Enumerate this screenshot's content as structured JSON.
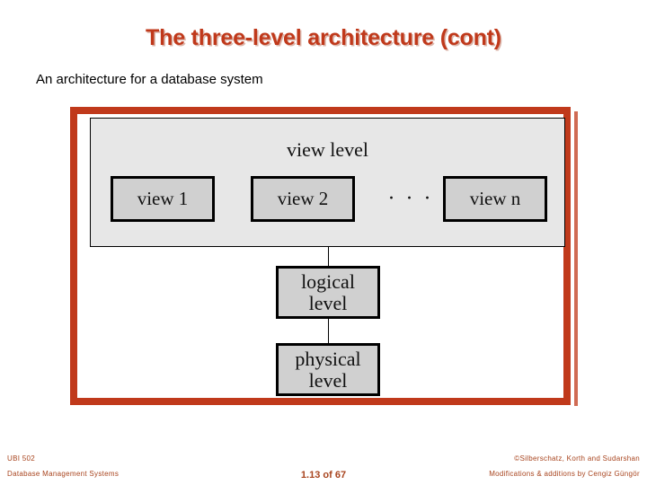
{
  "slide": {
    "title": "The three-level architecture (cont)",
    "subtitle": "An architecture for a database system",
    "title_color": "#C0391B",
    "frame_color": "#C0391B"
  },
  "diagram": {
    "view_level": {
      "label": "view level",
      "background": "#E7E7E7",
      "views": [
        {
          "label": "view 1"
        },
        {
          "label": "view 2"
        },
        {
          "label": "view n"
        }
      ],
      "ellipsis": "· · ·"
    },
    "logical_level": {
      "line1": "logical",
      "line2": "level"
    },
    "physical_level": {
      "line1": "physical",
      "line2": "level"
    },
    "box_fill": "#D0D0D0"
  },
  "footer": {
    "course_code": "UBI 502",
    "course_name": "Database Management Systems",
    "copyright": "©Silberschatz, Korth and Sudarshan",
    "credit": "Modifications & additions by Cengiz Güngör",
    "page_number": "1.13 of 67",
    "color": "#A8441E"
  }
}
